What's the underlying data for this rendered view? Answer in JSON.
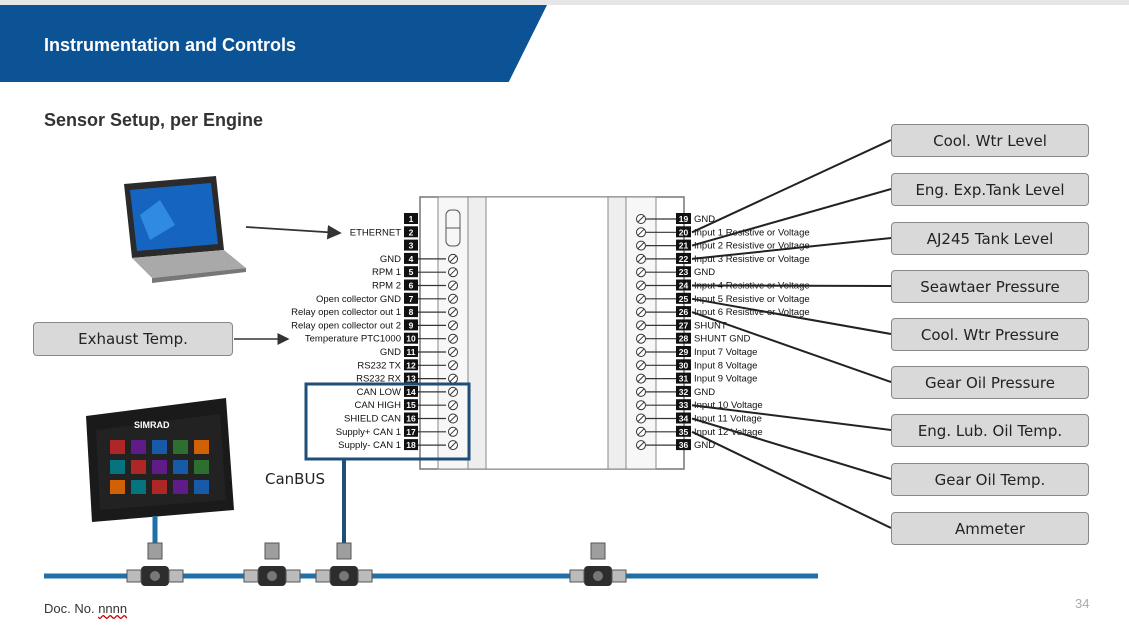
{
  "header": {
    "title": "Instrumentation and Controls"
  },
  "subtitle": "Sensor Setup, per Engine",
  "footer": {
    "doc_prefix": "Doc. No. ",
    "doc_number": "nnnn",
    "page": "34"
  },
  "canbus_label": "CanBUS",
  "display_brand": "SIMRAD",
  "left_pins": [
    {
      "num": "1",
      "label": ""
    },
    {
      "num": "2",
      "label": "ETHERNET"
    },
    {
      "num": "3",
      "label": ""
    },
    {
      "num": "4",
      "label": "GND"
    },
    {
      "num": "5",
      "label": "RPM 1"
    },
    {
      "num": "6",
      "label": "RPM 2"
    },
    {
      "num": "7",
      "label": "Open collector GND"
    },
    {
      "num": "8",
      "label": "Relay open collector out 1"
    },
    {
      "num": "9",
      "label": "Relay open collector out 2"
    },
    {
      "num": "10",
      "label": "Temperature PTC1000"
    },
    {
      "num": "11",
      "label": "GND"
    },
    {
      "num": "12",
      "label": "RS232 TX"
    },
    {
      "num": "13",
      "label": "RS232 RX"
    },
    {
      "num": "14",
      "label": "CAN LOW"
    },
    {
      "num": "15",
      "label": "CAN HIGH"
    },
    {
      "num": "16",
      "label": "SHIELD CAN"
    },
    {
      "num": "17",
      "label": "Supply+ CAN 1"
    },
    {
      "num": "18",
      "label": "Supply- CAN 1"
    }
  ],
  "right_pins": [
    {
      "num": "19",
      "label": "GND"
    },
    {
      "num": "20",
      "label": "Input 1 Resistive or Voltage"
    },
    {
      "num": "21",
      "label": "Input 2 Resistive or Voltage"
    },
    {
      "num": "22",
      "label": "Input 3 Resistive or Voltage"
    },
    {
      "num": "23",
      "label": "GND"
    },
    {
      "num": "24",
      "label": "Input 4 Resistive or Voltage"
    },
    {
      "num": "25",
      "label": "Input 5 Resistive or Voltage"
    },
    {
      "num": "26",
      "label": "Input 6 Resistive or Voltage"
    },
    {
      "num": "27",
      "label": "SHUNT"
    },
    {
      "num": "28",
      "label": "SHUNT GND"
    },
    {
      "num": "29",
      "label": "Input 7 Voltage"
    },
    {
      "num": "30",
      "label": "Input 8 Voltage"
    },
    {
      "num": "31",
      "label": "Input 9 Voltage"
    },
    {
      "num": "32",
      "label": "GND"
    },
    {
      "num": "33",
      "label": "Input 10 Voltage"
    },
    {
      "num": "34",
      "label": "Input 11 Voltage"
    },
    {
      "num": "35",
      "label": "Input 12 Voltage"
    },
    {
      "num": "36",
      "label": "GND"
    }
  ],
  "sensors": [
    {
      "label": "Cool. Wtr Level",
      "pin": "20"
    },
    {
      "label": "Eng. Exp.Tank Level",
      "pin": "21"
    },
    {
      "label": "AJ245 Tank Level",
      "pin": "22"
    },
    {
      "label": "Seawtaer Pressure",
      "pin": "24"
    },
    {
      "label": "Cool. Wtr Pressure",
      "pin": "25"
    },
    {
      "label": "Gear Oil Pressure",
      "pin": "26"
    },
    {
      "label": "Eng. Lub. Oil Temp.",
      "pin": "33"
    },
    {
      "label": "Gear Oil Temp.",
      "pin": "34"
    },
    {
      "label": "Ammeter",
      "pin": "35"
    }
  ],
  "exhaust_label": "Exhaust Temp.",
  "colors": {
    "banner": "#0b5394",
    "callout_fill": "#d9d9d9",
    "can_box": "#1f4e79",
    "bus": "#1f6fa8"
  }
}
